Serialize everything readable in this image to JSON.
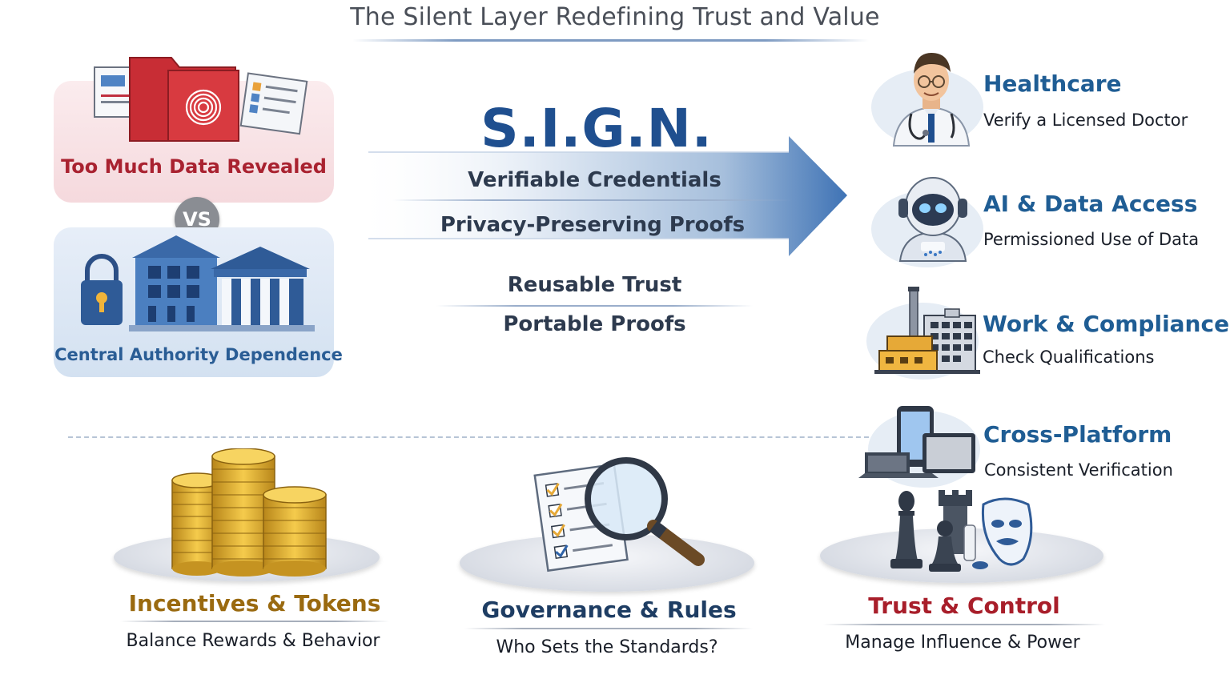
{
  "title": "The Silent Layer Redefining Trust and Value",
  "problems": {
    "data": "Too Much Data Revealed",
    "versus": "VS",
    "authority": "Central Authority Dependence"
  },
  "sign": {
    "name": "S.I.G.N.",
    "arrow_lines": [
      "Verifiable Credentials",
      "Privacy-Preserving Proofs"
    ],
    "below_lines": [
      "Reusable Trust",
      "Portable Proofs"
    ]
  },
  "use_cases": [
    {
      "title": "Healthcare",
      "subtitle": "Verify a Licensed Doctor",
      "icon": "doctor-icon"
    },
    {
      "title": "AI & Data Access",
      "subtitle": "Permissioned Use of Data",
      "icon": "robot-icon"
    },
    {
      "title": "Work & Compliance",
      "subtitle": "Check Qualifications",
      "icon": "factory-icon"
    },
    {
      "title": "Cross-Platform",
      "subtitle": "Consistent Verification",
      "icon": "devices-icon"
    }
  ],
  "bottom": [
    {
      "title": "Incentives & Tokens",
      "subtitle": "Balance Rewards & Behavior",
      "color": "#9a6a10",
      "icon": "coins-icon"
    },
    {
      "title": "Governance & Rules",
      "subtitle": "Who Sets the Standards?",
      "color": "#1e3d63",
      "icon": "checklist-magnifier-icon"
    },
    {
      "title": "Trust & Control",
      "subtitle": "Manage Influence & Power",
      "color": "#a81e2a",
      "icon": "chess-mask-icon"
    }
  ]
}
